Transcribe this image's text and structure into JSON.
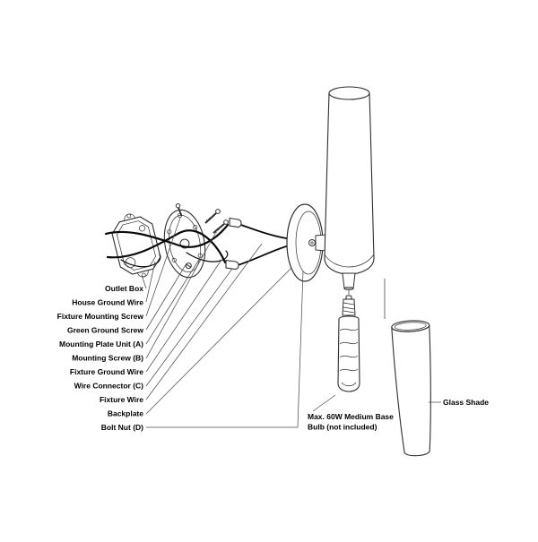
{
  "parts_list": [
    {
      "id": "outlet-box",
      "label": "Outlet Box"
    },
    {
      "id": "house-ground-wire",
      "label": "House Ground Wire"
    },
    {
      "id": "fixture-mounting-screw",
      "label": "Fixture Mounting Screw"
    },
    {
      "id": "green-ground-screw",
      "label": "Green Ground Screw"
    },
    {
      "id": "mounting-plate-unit",
      "label": "Mounting Plate Unit (A)"
    },
    {
      "id": "mounting-screw",
      "label": "Mounting Screw (B)"
    },
    {
      "id": "fixture-ground-wire",
      "label": "Fixture Ground Wire"
    },
    {
      "id": "wire-connector",
      "label": "Wire Connector (C)"
    },
    {
      "id": "fixture-wire",
      "label": "Fixture Wire"
    },
    {
      "id": "backplate",
      "label": "Backplate"
    },
    {
      "id": "bolt-nut",
      "label": "Bolt Nut (D)"
    }
  ],
  "notes": {
    "bulb_line1": "Max. 60W Medium Base",
    "bulb_line2": "Bulb (not included)",
    "glass_shade": "Glass Shade"
  },
  "colors": {
    "background": "#ffffff",
    "outline": "#2e2e2e",
    "wire": "#0a0a0a",
    "leader": "#4d4d4d"
  }
}
